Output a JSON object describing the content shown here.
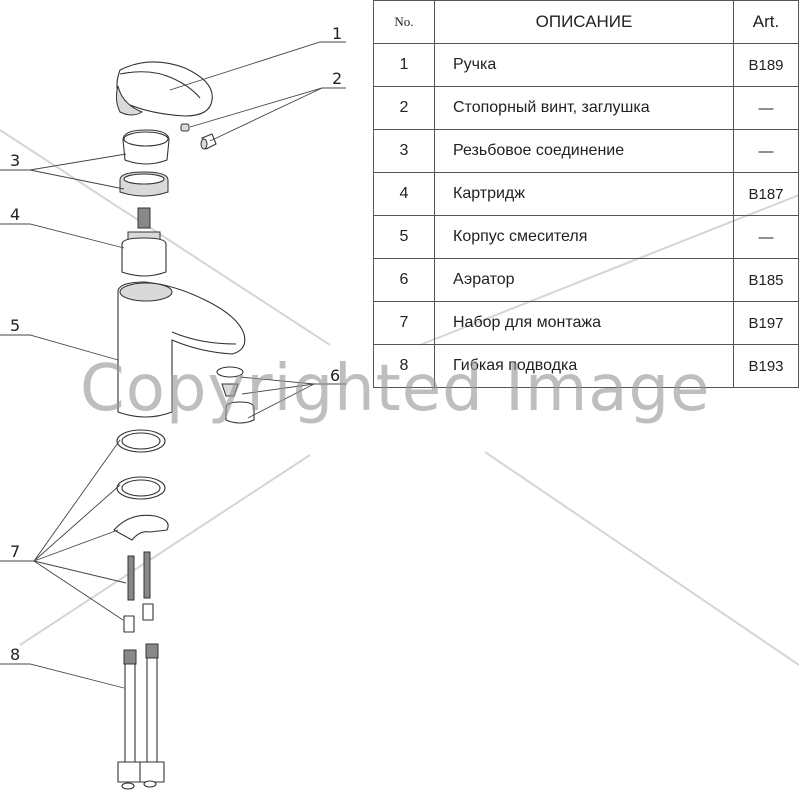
{
  "table": {
    "headers": {
      "no": "No.",
      "description": "ОПИСАНИЕ",
      "art": "Art."
    },
    "rows": [
      {
        "no": "1",
        "description": "Ручка",
        "art": "B189"
      },
      {
        "no": "2",
        "description": "Стопорный винт, заглушка",
        "art": "—"
      },
      {
        "no": "3",
        "description": "Резьбовое соединение",
        "art": "—"
      },
      {
        "no": "4",
        "description": "Картридж",
        "art": "B187"
      },
      {
        "no": "5",
        "description": "Корпус смесителя",
        "art": "—"
      },
      {
        "no": "6",
        "description": "Аэратор",
        "art": "B185"
      },
      {
        "no": "7",
        "description": "Набор для монтажа",
        "art": "B197"
      },
      {
        "no": "8",
        "description": "Гибкая подводка",
        "art": "B193"
      }
    ]
  },
  "callouts": [
    "1",
    "2",
    "3",
    "4",
    "5",
    "6",
    "7",
    "8"
  ],
  "watermark": "Copyrighted Image"
}
